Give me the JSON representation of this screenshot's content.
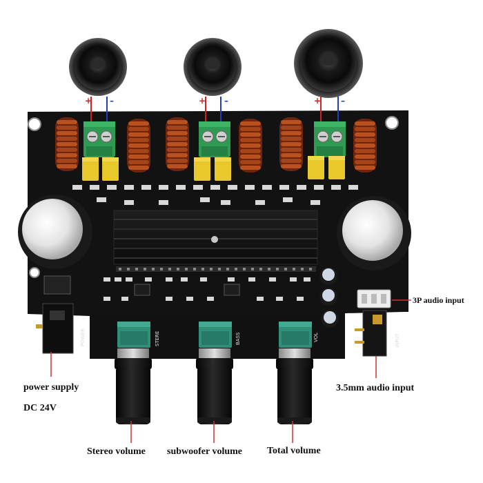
{
  "labels": {
    "power_supply": "power supply",
    "dc_voltage": "DC 24V",
    "audio_3p": "3P audio input",
    "audio_35mm": "3.5mm audio input",
    "stereo_volume": "Stereo volume",
    "subwoofer_volume": "subwoofer volume",
    "total_volume": "Total volume"
  },
  "board_silkscreen": {
    "power": "POWER",
    "stereo": "STERE",
    "bass": "BASS",
    "vol": "VOL",
    "input": "INPUT"
  },
  "colors": {
    "pcb": "#111111",
    "terminal_green": "#2e9a52",
    "capacitor_yellow": "#e8c82a",
    "inductor_copper": "#a6401b",
    "potentiometer_teal": "#2f8f78",
    "lead_red": "#d42020",
    "lead_blue": "#1d3fc0",
    "pointer_line": "#d03030"
  }
}
